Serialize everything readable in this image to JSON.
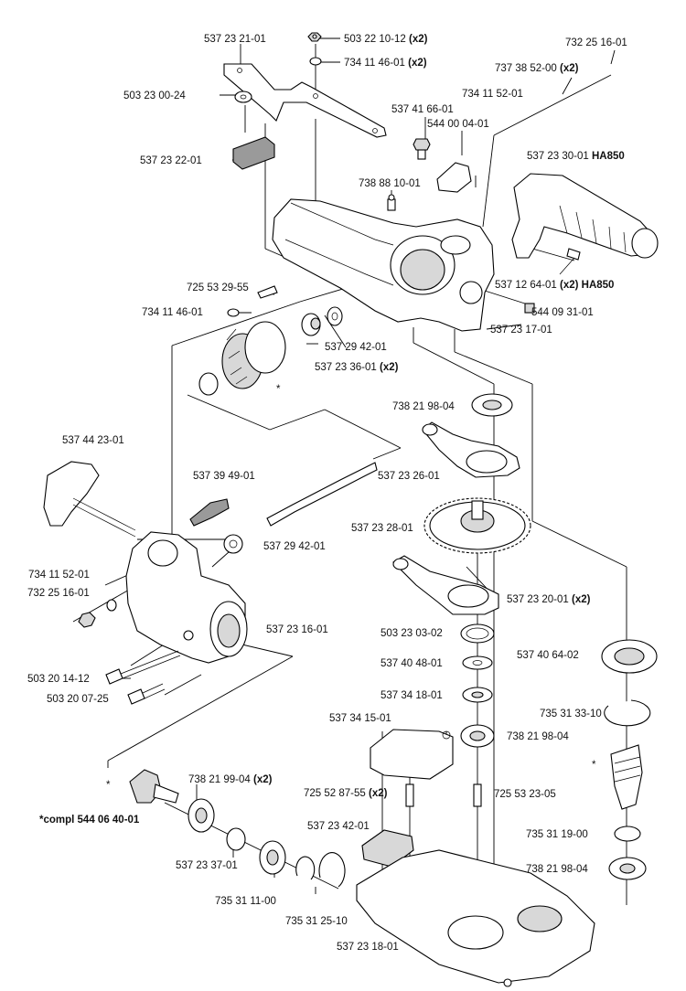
{
  "labels": {
    "p_537_23_21_01": "537 23 21-01",
    "p_503_22_10_12": "503 22 10-12",
    "p_503_22_10_12_qty": "(x2)",
    "p_734_11_46_01_top": "734 11 46-01",
    "p_734_11_46_01_top_qty": "(x2)",
    "p_732_25_16_01_top": "732 25 16-01",
    "p_737_38_52_00": "737 38 52-00",
    "p_737_38_52_00_qty": "(x2)",
    "p_503_23_00_24": "503 23 00-24",
    "p_734_11_52_01_top": "734 11 52-01",
    "p_537_41_66_01": "537 41 66-01",
    "p_544_00_04_01": "544 00 04-01",
    "p_537_23_22_01": "537 23 22-01",
    "p_537_23_30_01": "537 23 30-01",
    "p_537_23_30_01_var": "HA850",
    "p_738_88_10_01": "738 88 10-01",
    "p_537_12_64_01": "537 12 64-01",
    "p_537_12_64_01_qty": "(x2) HA850",
    "p_725_53_29_55": "725 53 29-55",
    "p_544_09_31_01": "544 09 31-01",
    "p_734_11_46_01_mid": "734 11 46-01",
    "p_537_23_17_01": "537 23 17-01",
    "p_537_29_42_01_a": "537 29 42-01",
    "p_537_23_36_01": "537 23 36-01",
    "p_537_23_36_01_qty": "(x2)",
    "star_a": "*",
    "p_738_21_98_04_a": "738 21 98-04",
    "p_537_44_23_01": "537 44 23-01",
    "p_537_39_49_01": "537 39 49-01",
    "p_537_23_26_01": "537 23 26-01",
    "p_537_23_28_01": "537 23 28-01",
    "p_537_29_42_01_b": "537 29 42-01",
    "p_734_11_52_01_mid": "734 11 52-01",
    "p_732_25_16_01_mid": "732 25 16-01",
    "p_537_23_20_01": "537 23 20-01",
    "p_537_23_20_01_qty": "(x2)",
    "p_537_23_16_01": "537 23 16-01",
    "p_503_23_03_02": "503 23 03-02",
    "p_537_40_48_01": "537 40 48-01",
    "p_537_40_64_02": "537 40 64-02",
    "p_503_20_14_12": "503 20 14-12",
    "p_503_20_07_25": "503 20 07-25",
    "p_537_34_18_01": "537 34 18-01",
    "p_735_31_33_10": "735 31 33-10",
    "p_537_34_15_01": "537 34 15-01",
    "p_738_21_98_04_b": "738 21 98-04",
    "star_b": "*",
    "star_c": "*",
    "p_738_21_99_04": "738 21 99-04",
    "p_738_21_99_04_qty": "(x2)",
    "p_725_52_87_55": "725 52 87-55",
    "p_725_52_87_55_qty": "(x2)",
    "p_725_53_23_05": "725 53 23-05",
    "compl": "*compl 544 06 40-01",
    "p_537_23_42_01": "537 23 42-01",
    "p_735_31_19_00": "735 31 19-00",
    "p_537_23_37_01": "537 23 37-01",
    "p_738_21_98_04_c": "738 21 98-04",
    "p_735_31_11_00": "735 31 11-00",
    "p_735_31_25_10": "735 31 25-10",
    "p_537_23_18_01": "537 23 18-01"
  }
}
